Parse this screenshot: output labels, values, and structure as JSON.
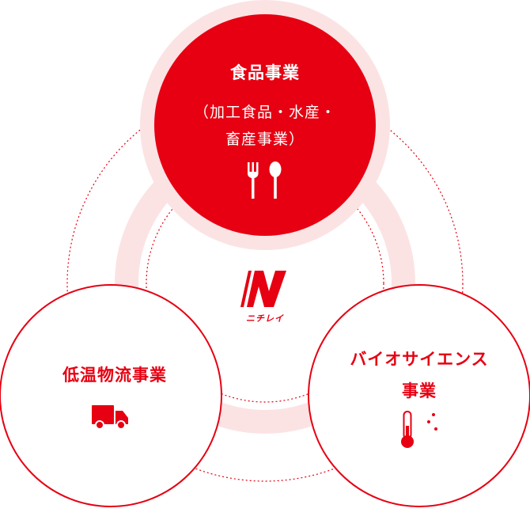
{
  "food": {
    "title": "食品事業",
    "subtitle_line1": "（加工食品・水産・",
    "subtitle_line2": "畜産事業）",
    "icon": "fork-spoon-icon"
  },
  "logistics": {
    "title": "低温物流事業",
    "icon": "truck-icon"
  },
  "bio": {
    "title_line1": "バイオサイエンス",
    "title_line2": "事業",
    "icon": "thermometer-icon"
  },
  "logo": {
    "text": "ニチレイ",
    "icon": "nichirei-logo-icon"
  },
  "colors": {
    "brand_red": "#e60012",
    "halo_pink": "#fbe3e4",
    "band_pink": "#fbe3e4"
  }
}
